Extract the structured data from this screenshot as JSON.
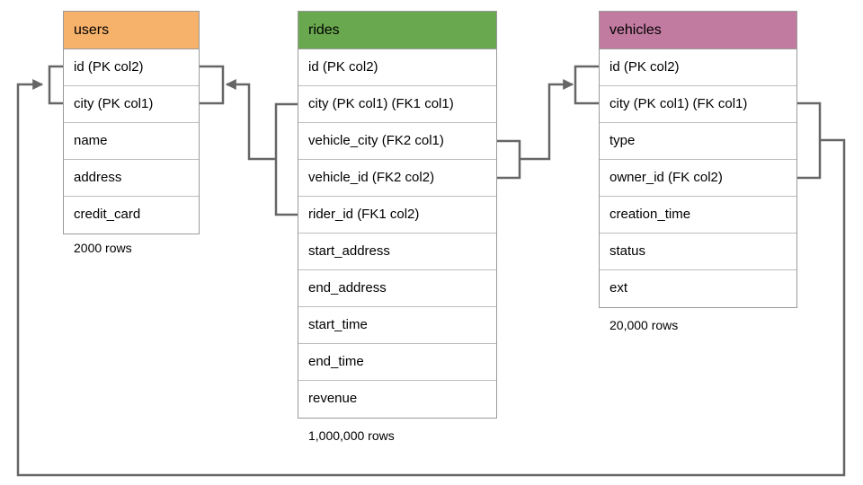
{
  "diagram_type": "database-schema",
  "connector_color": "#666666",
  "tables": [
    {
      "name": "users",
      "header_color": "#f6b26b",
      "columns": [
        "id (PK col2)",
        "city (PK col1)",
        "name",
        "address",
        "credit_card"
      ],
      "row_count": "2000 rows"
    },
    {
      "name": "rides",
      "header_color": "#6aa84f",
      "columns": [
        "id (PK col2)",
        "city (PK col1) (FK1 col1)",
        "vehicle_city (FK2 col1)",
        "vehicle_id (FK2 col2)",
        "rider_id (FK1 col2)",
        "start_address",
        "end_address",
        "start_time",
        "end_time",
        "revenue"
      ],
      "row_count": "1,000,000 rows"
    },
    {
      "name": "vehicles",
      "header_color": "#c27ba0",
      "columns": [
        "id (PK col2)",
        "city (PK col1) (FK col1)",
        "type",
        "owner_id (FK col2)",
        "creation_time",
        "status",
        "ext"
      ],
      "row_count": "20,000 rows"
    }
  ],
  "relationships": [
    {
      "source_table": "rides",
      "source_columns": [
        "city (FK1 col1)",
        "rider_id (FK1 col2)"
      ],
      "target_table": "users",
      "target_columns": [
        "id (PK col2)",
        "city (PK col1)"
      ]
    },
    {
      "source_table": "rides",
      "source_columns": [
        "vehicle_city (FK2 col1)",
        "vehicle_id (FK2 col2)"
      ],
      "target_table": "vehicles",
      "target_columns": [
        "id (PK col2)",
        "city (PK col1)"
      ]
    },
    {
      "source_table": "vehicles",
      "source_columns": [
        "city (FK col1)",
        "owner_id (FK col2)"
      ],
      "target_table": "users",
      "target_columns": [
        "id (PK col2)",
        "city (PK col1)"
      ]
    }
  ]
}
